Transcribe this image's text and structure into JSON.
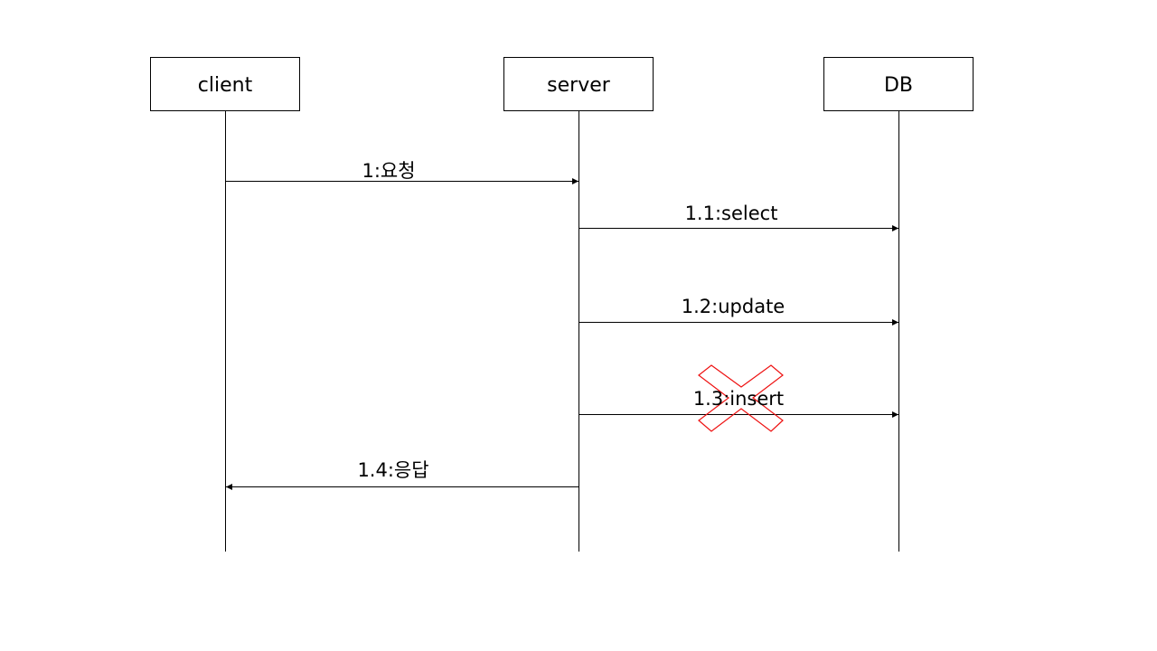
{
  "lifelines": [
    {
      "id": "client",
      "label": "client"
    },
    {
      "id": "server",
      "label": "server"
    },
    {
      "id": "db",
      "label": "DB"
    }
  ],
  "messages": [
    {
      "id": "m1",
      "label": "1:요청",
      "from": "client",
      "to": "server"
    },
    {
      "id": "m2",
      "label": "1.1:select",
      "from": "server",
      "to": "db"
    },
    {
      "id": "m3",
      "label": "1.2:update",
      "from": "server",
      "to": "db"
    },
    {
      "id": "m4",
      "label": "1.3:insert",
      "from": "server",
      "to": "db",
      "crossed_out": true
    },
    {
      "id": "m5",
      "label": "1.4:응답",
      "from": "server",
      "to": "client"
    }
  ],
  "colors": {
    "line": "#000000",
    "cross": "#ee1111"
  }
}
